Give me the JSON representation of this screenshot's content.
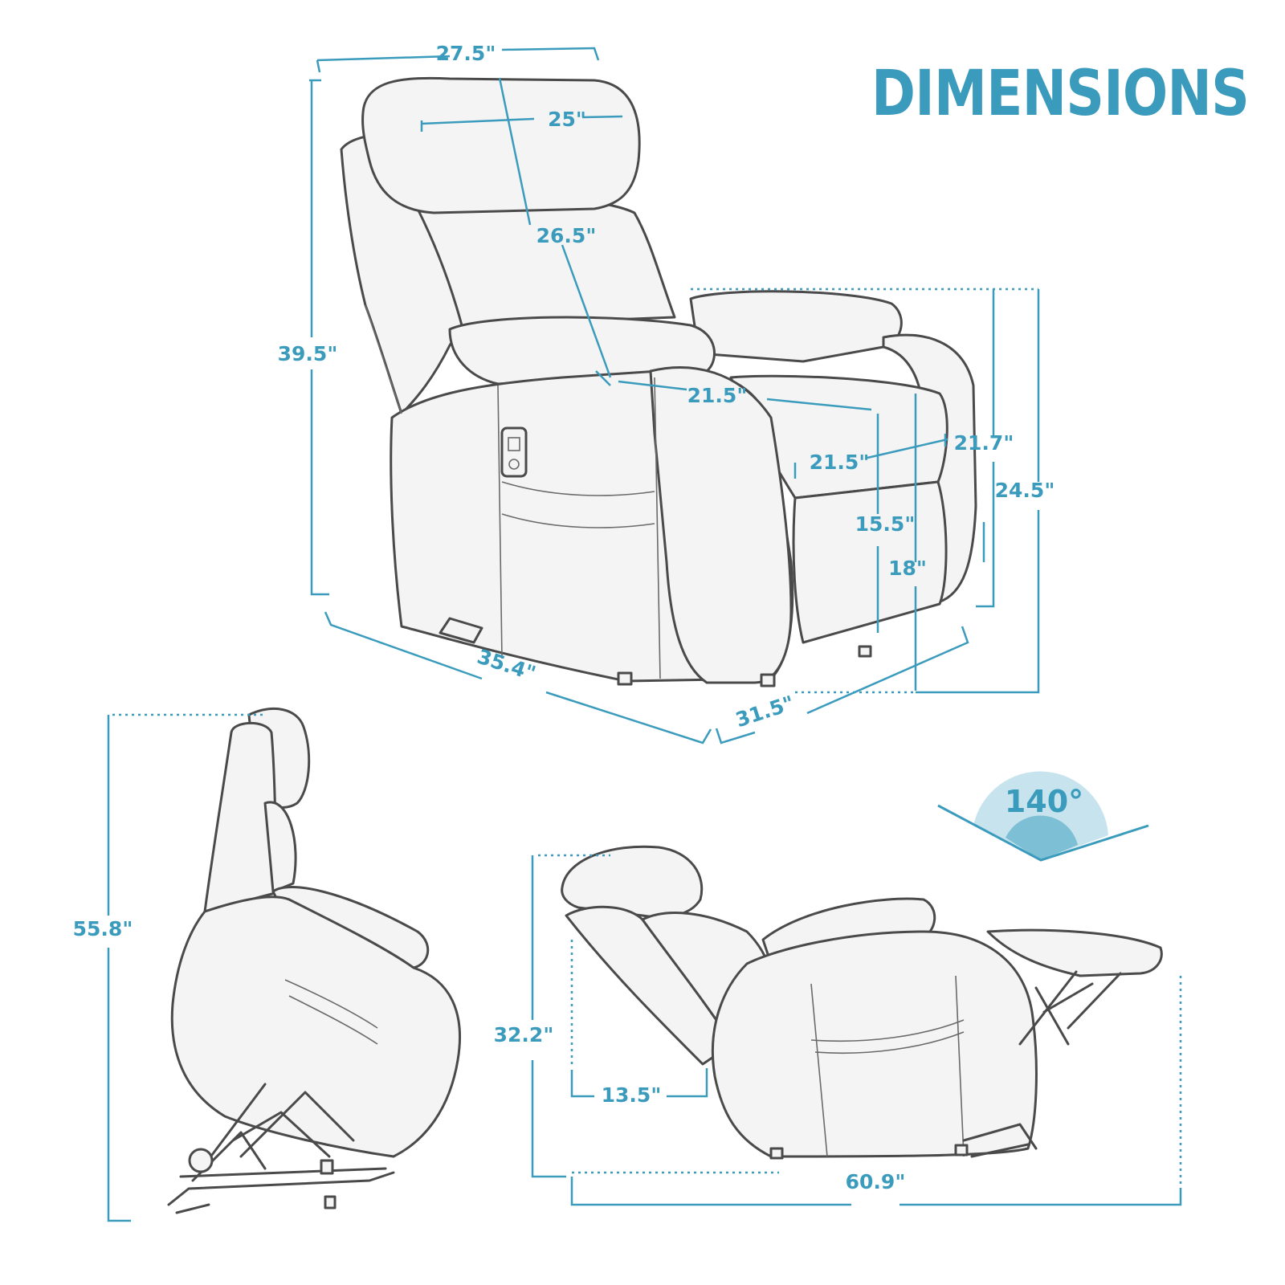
{
  "title": "DIMENSIONS",
  "colors": {
    "accent": "#3a9bbd",
    "angle_outer": "#c7e4ee",
    "angle_inner": "#7dbfd4",
    "sketch": "#4a4a4a"
  },
  "front_view": {
    "top_width": "27.5\"",
    "headrest_width": "25\"",
    "backrest_height": "26.5\"",
    "total_height": "39.5\"",
    "armrest_depth": "21.5\"",
    "seat_width": "21.5\"",
    "seat_depth": "21.7\"",
    "arm_height": "24.5\"",
    "seat_front_height": "15.5\"",
    "seat_height": "18\"",
    "total_width": "35.4\"",
    "total_depth": "31.5\""
  },
  "lift_view": {
    "lift_height": "55.8\""
  },
  "recline_view": {
    "recline_angle": "140°",
    "reclined_height": "32.2\"",
    "wall_clearance": "13.5\"",
    "reclined_length": "60.9\""
  }
}
